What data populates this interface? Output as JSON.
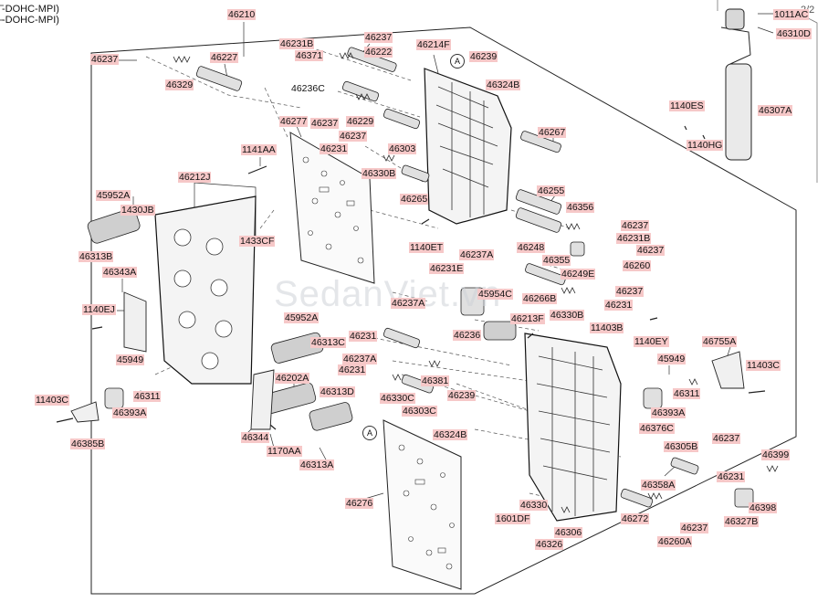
{
  "header": {
    "line1": "-DOHC-MPI)",
    "line2": "-DOHC-MPI)"
  },
  "page_indicator": "2/2",
  "watermark": "SedanViet.vn",
  "ref_markers": [
    "A",
    "A"
  ],
  "labels": {
    "46210": "46210",
    "46237_a": "46237",
    "46227": "46227",
    "46329": "46329",
    "46231B_a": "46231B",
    "46237_b": "46237",
    "46371": "46371",
    "46222": "46222",
    "46214F": "46214F",
    "46239_a": "46239",
    "46324B_a": "46324B",
    "46236C": "46236C",
    "46237_c": "46237",
    "46229": "46229",
    "46277": "46277",
    "46237_d": "46237",
    "46231_a": "46231",
    "46303": "46303",
    "1141AA": "1141AA",
    "46330B_a": "46330B",
    "46265": "46265",
    "46267": "46267",
    "46212J": "46212J",
    "45952A_a": "45952A",
    "1430JB": "1430JB",
    "46313B": "46313B",
    "1433CF": "1433CF",
    "46255": "46255",
    "46356": "46356",
    "46237_e": "46237",
    "46231B_b": "46231B",
    "46237_f": "46237",
    "1140ET": "1140ET",
    "46237A_a": "46237A",
    "46248": "46248",
    "46355": "46355",
    "46249E": "46249E",
    "46260": "46260",
    "46343A": "46343A",
    "46231E": "46231E",
    "45954C": "45954C",
    "46266B": "46266B",
    "46237_g": "46237",
    "46231_b": "46231",
    "1140EJ": "1140EJ",
    "46237A_b": "46237A",
    "46213F": "46213F",
    "46330B_b": "46330B",
    "45952A_b": "45952A",
    "46236": "46236",
    "11403B": "11403B",
    "46231_c": "46231",
    "46313C": "46313C",
    "1140EY": "1140EY",
    "46755A": "46755A",
    "45949_a": "45949",
    "46237A_c": "46237A",
    "46231_d": "46231",
    "45949_b": "45949",
    "11403C_a": "11403C",
    "46202A": "46202A",
    "46381": "46381",
    "46311_a": "46311",
    "46311_b": "46311",
    "11403C_b": "11403C",
    "46330C": "46330C",
    "46313D": "46313D",
    "46239_b": "46239",
    "46393A_a": "46393A",
    "46393A_b": "46393A",
    "46303C": "46303C",
    "46376C": "46376C",
    "46344": "46344",
    "46324B_b": "46324B",
    "46237_h": "46237",
    "1170AA": "1170AA",
    "46305B": "46305B",
    "46385B": "46385B",
    "46313A": "46313A",
    "46399": "46399",
    "46231_e": "46231",
    "46358A": "46358A",
    "46276": "46276",
    "46330": "46330",
    "46398": "46398",
    "1601DF": "1601DF",
    "46272": "46272",
    "46237_i": "46237",
    "46327B": "46327B",
    "46306": "46306",
    "46326": "46326",
    "46260A": "46260A",
    "1011AC": "1011AC",
    "46310D": "46310D",
    "1140ES": "1140ES",
    "46307A": "46307A",
    "1140HG": "1140HG"
  }
}
